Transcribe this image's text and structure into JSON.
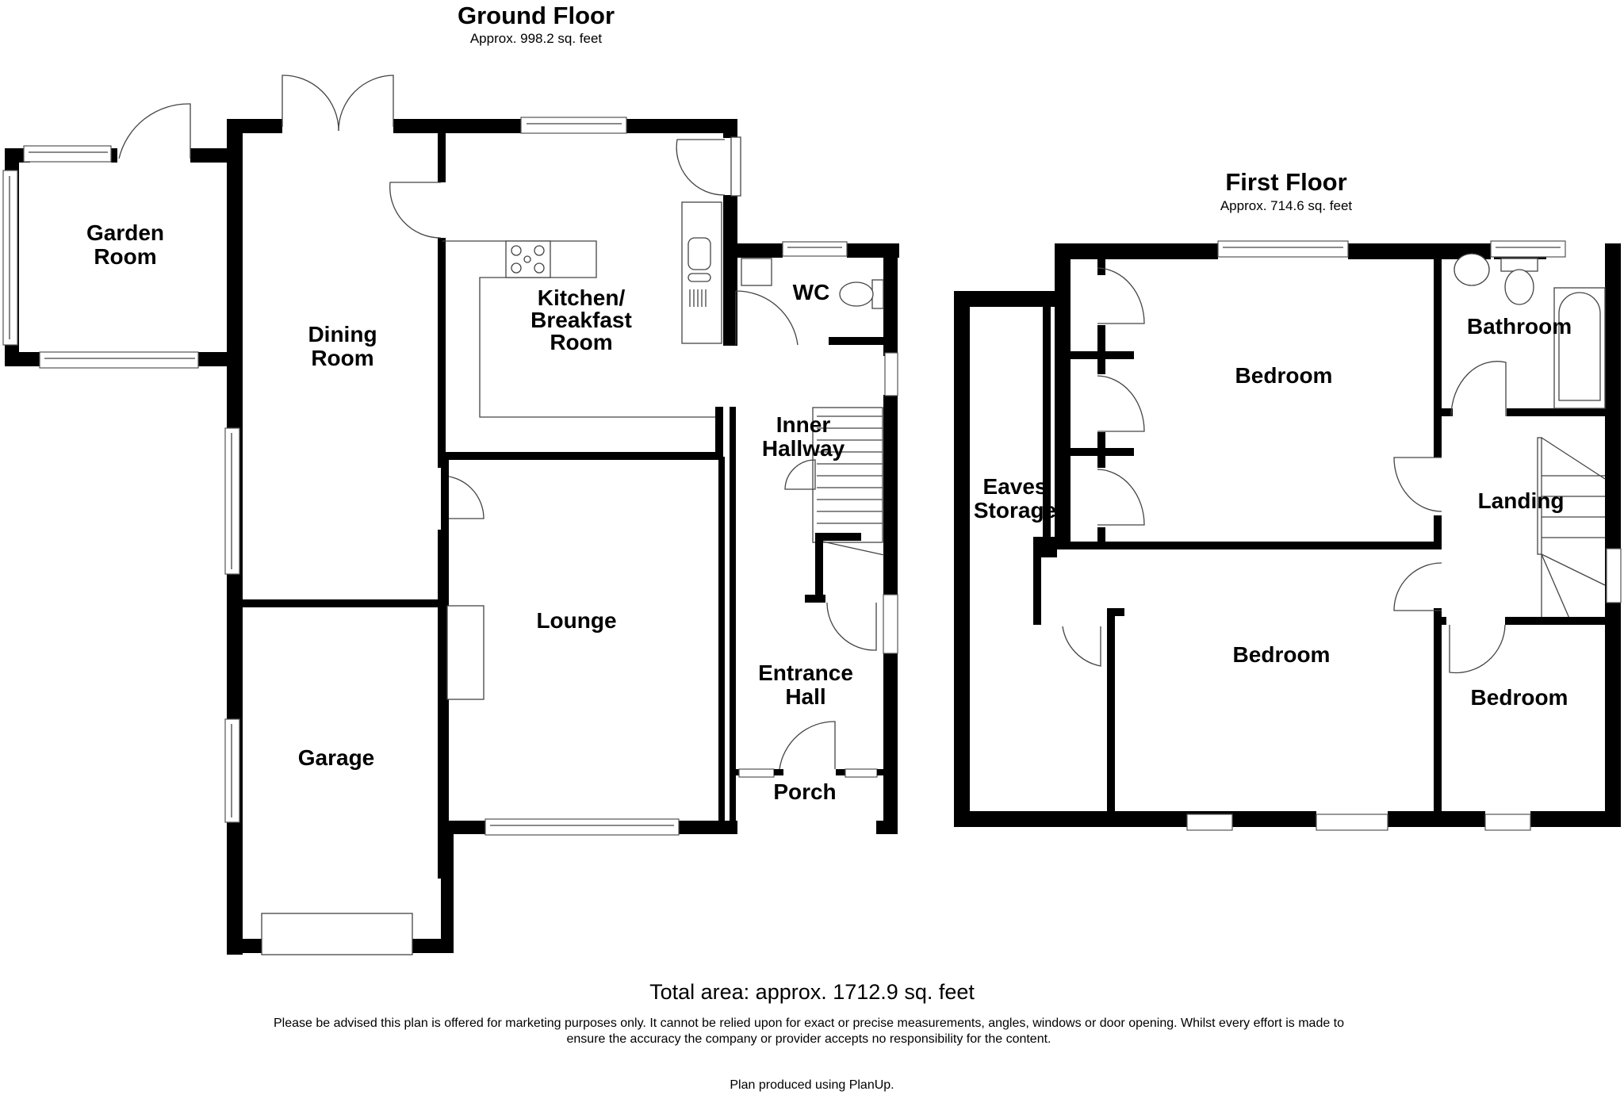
{
  "ground_floor": {
    "title": "Ground Floor",
    "area": "Approx. 998.2 sq. feet",
    "rooms": {
      "garden_room": [
        "Garden",
        "Room"
      ],
      "dining_room": [
        "Dining",
        "Room"
      ],
      "kitchen": [
        "Kitchen/",
        "Breakfast",
        "Room"
      ],
      "wc": [
        "WC"
      ],
      "inner_hallway": [
        "Inner",
        "Hallway"
      ],
      "lounge": [
        "Lounge"
      ],
      "entrance_hall": [
        "Entrance",
        "Hall"
      ],
      "porch": [
        "Porch"
      ],
      "garage": [
        "Garage"
      ]
    }
  },
  "first_floor": {
    "title": "First Floor",
    "area": "Approx. 714.6 sq. feet",
    "rooms": {
      "eaves_storage": [
        "Eaves",
        "Storage"
      ],
      "bedroom_1": [
        "Bedroom"
      ],
      "bathroom": [
        "Bathroom"
      ],
      "landing": [
        "Landing"
      ],
      "bedroom_2": [
        "Bedroom"
      ],
      "bedroom_3": [
        "Bedroom"
      ]
    }
  },
  "footer": {
    "total_area": "Total area: approx. 1712.9 sq. feet",
    "disclaimer": "Please be advised this plan is offered for marketing purposes only. It cannot be relied upon for exact or precise measurements, angles, windows or door opening. Whilst every effort is made to ensure the accuracy the company or provider accepts no responsibility for the content.",
    "credit": "Plan produced using PlanUp."
  }
}
